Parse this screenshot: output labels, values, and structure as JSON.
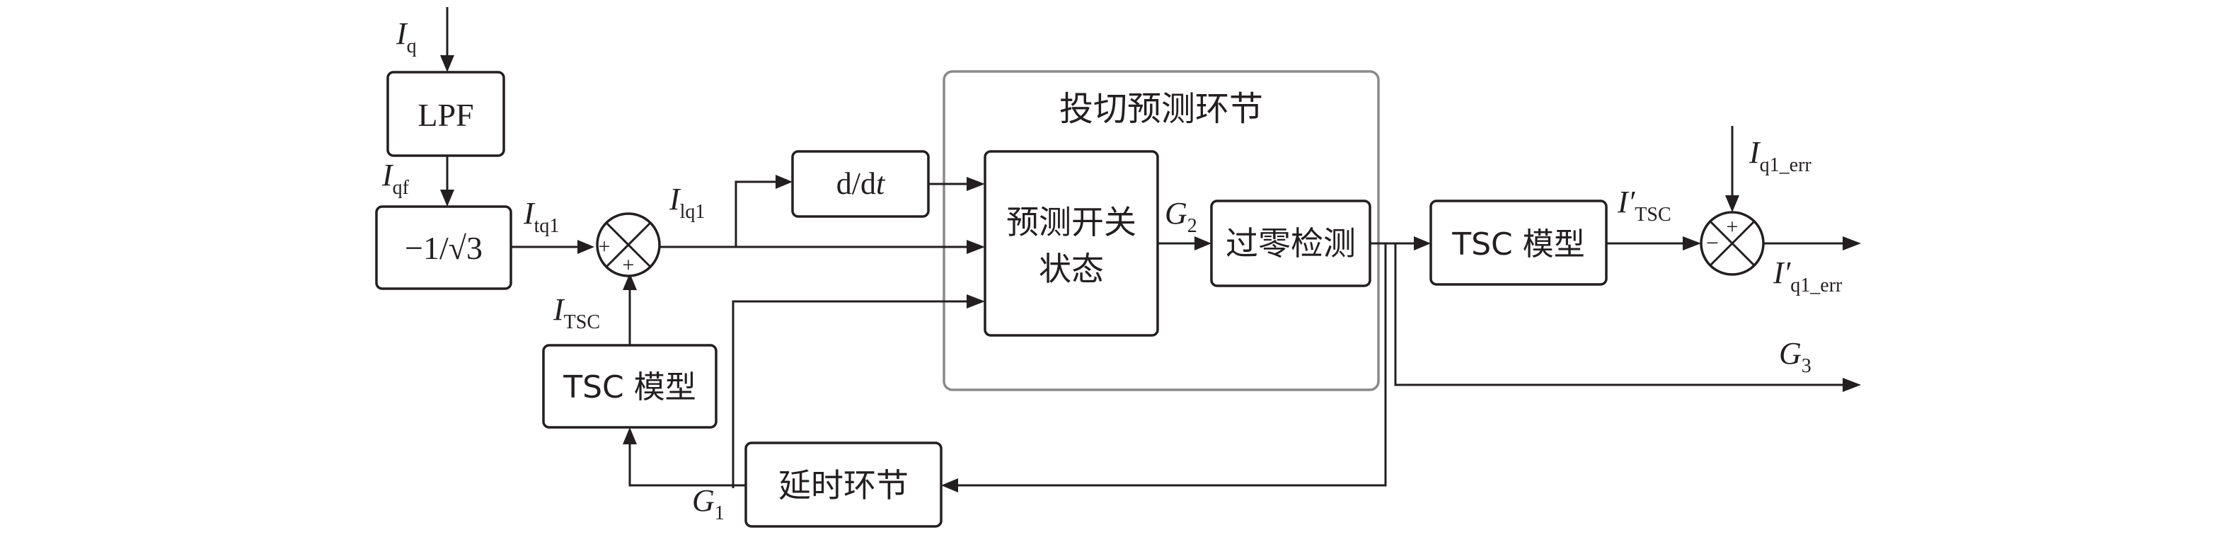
{
  "blocks": {
    "lpf": "LPF",
    "gain": "−1/√3",
    "ddt_main": "d/d",
    "ddt_t": "t",
    "predict_line1": "预测开关",
    "predict_line2": "状态",
    "zero_detect": "过零检测",
    "tsc_model_right": "TSC 模型",
    "tsc_model_left": "TSC 模型",
    "delay": "延时环节",
    "group_title": "投切预测环节"
  },
  "signals": {
    "iq": {
      "main": "I",
      "sub": "q"
    },
    "iqf": {
      "main": "I",
      "sub": "qf"
    },
    "itq1": {
      "main": "I",
      "sub": "tq1"
    },
    "ilq1": {
      "main": "I",
      "sub": "lq1"
    },
    "itsc": {
      "main": "I",
      "sub": "TSC"
    },
    "g2": {
      "main": "G",
      "sub": "2"
    },
    "g1": {
      "main": "G",
      "sub": "1"
    },
    "g3": {
      "main": "G",
      "sub": "3"
    },
    "iprime_tsc": {
      "main": "I′",
      "sub": "TSC"
    },
    "iq1_err": {
      "main": "I",
      "sub": "q1_err"
    },
    "iprime_q1_err": {
      "main": "I′",
      "sub": "q1_err"
    }
  },
  "sum_signs": {
    "left_plus_left": "+",
    "left_plus_bottom": "+",
    "right_plus_top": "+",
    "right_minus_left": "−"
  }
}
